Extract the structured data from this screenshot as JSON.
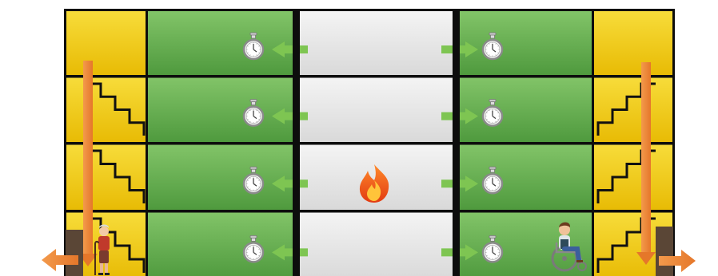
{
  "building": {
    "floors": 4,
    "hazard_icon": "fire-icon",
    "timer_icon": "stopwatch-icon",
    "colors": {
      "stairwell": "#f2cd12",
      "refuge_zone": "#6cae50",
      "corridor": "#e9e9e9",
      "wall": "#111111",
      "arrow_green": "#7ec552",
      "arrow_orange": "#f08a3a",
      "flame_outer": "#f25a1d",
      "flame_inner": "#ffc43a"
    },
    "occupants": [
      {
        "name": "elderly-woman-with-cane",
        "side": "left"
      },
      {
        "name": "person-in-wheelchair",
        "side": "right"
      }
    ]
  }
}
